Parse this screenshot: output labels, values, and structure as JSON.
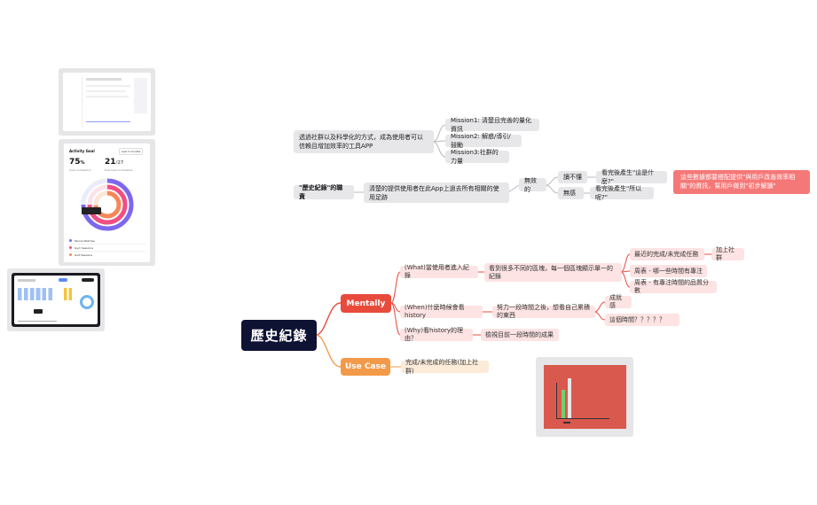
{
  "root": {
    "label": "歷史紀錄"
  },
  "top": {
    "purpose": "透過社群以及科學化的方式，成為使用者可以信賴且增加效率的工具APP",
    "missions": [
      "Mission1: 清楚且完善的量化資訊",
      "Mission2: 解惑/導引/鼓勵",
      "Mission3:社群的力量"
    ],
    "duty_label": "\"歷史紀錄\"的職責",
    "duty_text": "清楚的提供使用者在此App上過去所有相關的使用足跡",
    "useless": "無效的",
    "confused": "讀不懂",
    "confused_q": "看完後產生\"這是什麼?\"",
    "boring": "無感",
    "boring_q": "看完後產生\"所以呢?\"",
    "callout": "這些數據都要搭配提供\"與用戶改善效率相關\"的資訊，幫用戶做到\"初步解讀\""
  },
  "mentally": {
    "label": "Mentally",
    "what": "(What)當使用者進入紀錄",
    "what_desc": "看到很多不同的區塊，每一個區塊顯示單一的紀錄",
    "what_items": [
      "最近的完成/未完成任務",
      "周表 - 哪一些時間有專注",
      "周表 - 有專注時間的品質分數"
    ],
    "social": "加上社群",
    "when": "(When)什麼時候會看history",
    "when_desc": "努力一段時間之後，想看自己累積的東西",
    "when_items": [
      "成就感",
      "這個時間？？？？？"
    ],
    "why": "(Why)看history的理由？",
    "why_desc": "檢視目前一段時間的成果"
  },
  "usecase": {
    "label": "Use Case",
    "desc": "完成/未完成的任務(加上社群)"
  },
  "thumbnails": {
    "activity_title": "Activity Goal",
    "activity_filter": "Last 3 months",
    "activity_pct": "75",
    "activity_pct_unit": "%",
    "activity_goal": "Goal Completion",
    "activity_count": "21",
    "activity_count_total": "/27",
    "activity_count_label": "Exercises Completed",
    "legend": [
      "Tennis Matches",
      "Gym Sessions",
      "Golf Sessions"
    ]
  },
  "colors": {
    "root": "#0e1233",
    "mentally": "#e84b3c",
    "usecase": "#f39a4a",
    "callout": "#f57878"
  }
}
